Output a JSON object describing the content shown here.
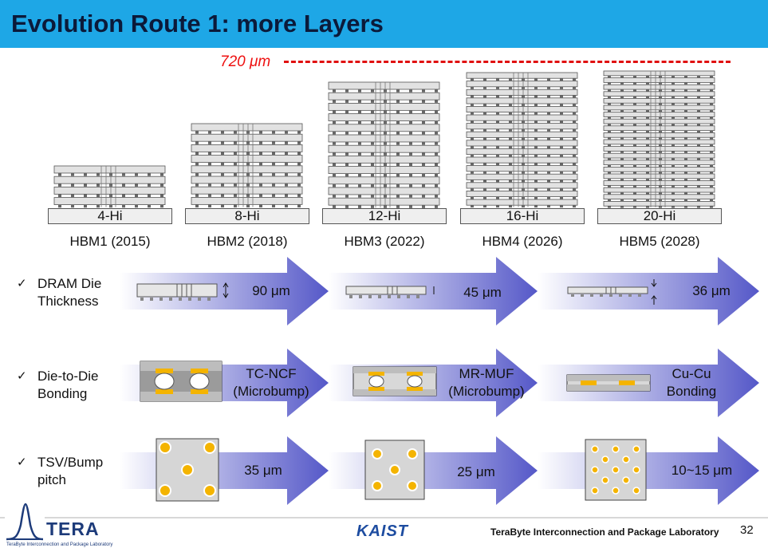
{
  "title": "Evolution Route 1: more Layers",
  "limit_label": "720 μm",
  "generations": [
    {
      "hi": "4-Hi",
      "name": "HBM1 (2015)",
      "layers": 4
    },
    {
      "hi": "8-Hi",
      "name": "HBM2 (2018)",
      "layers": 8
    },
    {
      "hi": "12-Hi",
      "name": "HBM3 (2022)",
      "layers": 12
    },
    {
      "hi": "16-Hi",
      "name": "HBM4 (2026)",
      "layers": 16
    },
    {
      "hi": "20-Hi",
      "name": "HBM5 (2028)",
      "layers": 20
    }
  ],
  "rows": [
    {
      "label_line1": "DRAM Die",
      "label_line2": "Thickness",
      "values": [
        "90 μm",
        "45 μm",
        "36 μm"
      ]
    },
    {
      "label_line1": "Die-to-Die",
      "label_line2": "Bonding",
      "values": [
        "TC-NCF\n(Microbump)",
        "MR-MUF\n(Microbump)",
        "Cu-Cu\nBonding"
      ]
    },
    {
      "label_line1": "TSV/Bump",
      "label_line2": "pitch",
      "values": [
        "35 μm",
        "25 μm",
        "10~15 μm"
      ]
    }
  ],
  "footer": {
    "logo_word": "TERA",
    "logo_sub": "TeraByte Interconnection and Package Laboratory",
    "university": "KAIST",
    "lab": "TeraByte Interconnection and Package Laboratory",
    "page": "32"
  },
  "colors": {
    "title_bar": "#1ea7e6",
    "limit_line": "#e01010",
    "arrow_dark": "#4a4fc0",
    "bump": "#f4b400"
  }
}
